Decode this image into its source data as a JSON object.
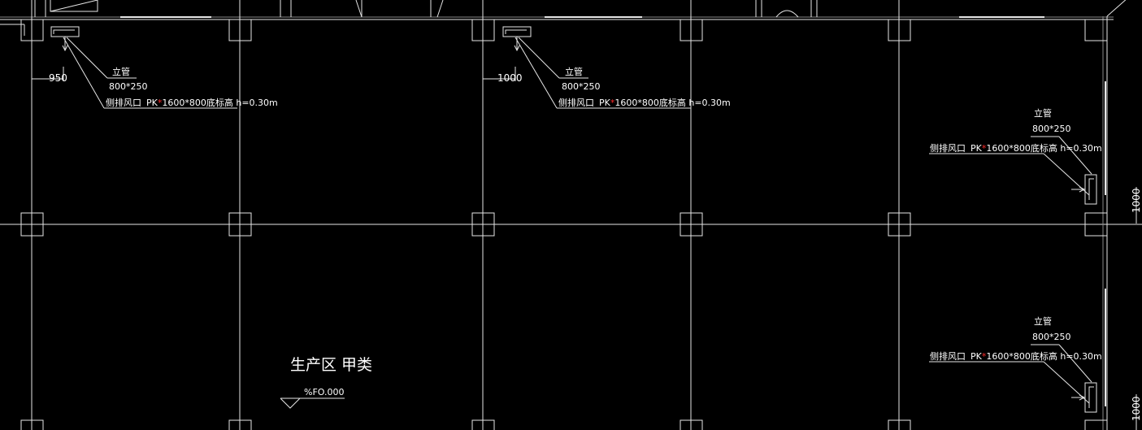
{
  "drawing": {
    "zone_label": "生产区  甲类",
    "elevation_label": "%FO.000",
    "dimension_left": "950",
    "dimension_mid": "1000",
    "dimension_right_1": "1000",
    "dimension_right_2": "1000"
  },
  "ducts": [
    {
      "riser_label": "立管",
      "riser_size": "800*250",
      "outlet_label": "侧排风口",
      "pk_prefix": "PK",
      "pk_star": "*",
      "pk_spec": "1600*800底标高  h=0.30m"
    },
    {
      "riser_label": "立管",
      "riser_size": "800*250",
      "outlet_label": "侧排风口",
      "pk_prefix": "PK",
      "pk_star": "*",
      "pk_spec": "1600*800底标高  h=0.30m"
    },
    {
      "riser_label": "立管",
      "riser_size": "800*250",
      "outlet_label": "侧排风口",
      "pk_prefix": "PK",
      "pk_star": "*",
      "pk_spec": "1600*800底标高  h=0.30m"
    },
    {
      "riser_label": "立管",
      "riser_size": "800*250",
      "outlet_label": "侧排风口",
      "pk_prefix": "PK",
      "pk_star": "*",
      "pk_spec": "1600*800底标高  h=0.30m"
    }
  ],
  "colors": {
    "background": "#000000",
    "line": "#ffffff",
    "accent": "#ff2a2a"
  }
}
